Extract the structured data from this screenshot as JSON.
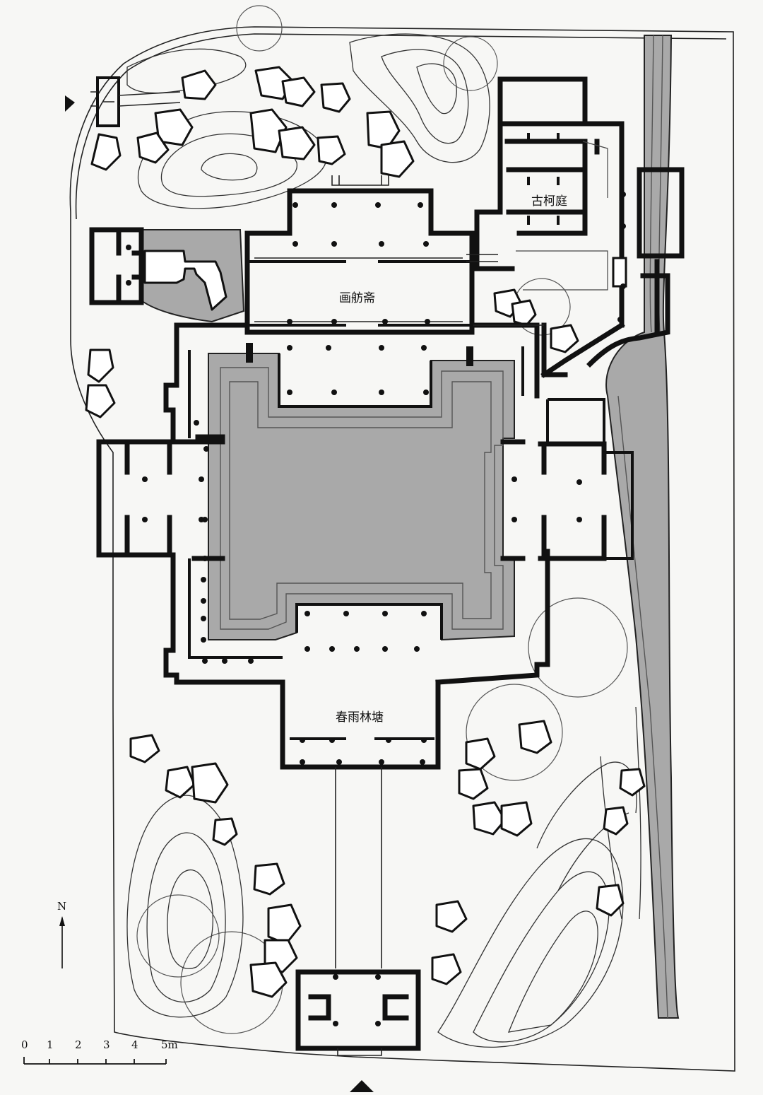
{
  "labels": {
    "gukting": "古柯庭",
    "huafangzhai": "画舫斋",
    "chunyulintang": "春雨林塘",
    "north": "N"
  },
  "scale_bar": {
    "ticks": [
      "0",
      "1",
      "2",
      "3",
      "4",
      "5m"
    ]
  },
  "colors": {
    "wall": "#111111",
    "water": "#a9a9a9",
    "paper": "#f7f7f5"
  }
}
